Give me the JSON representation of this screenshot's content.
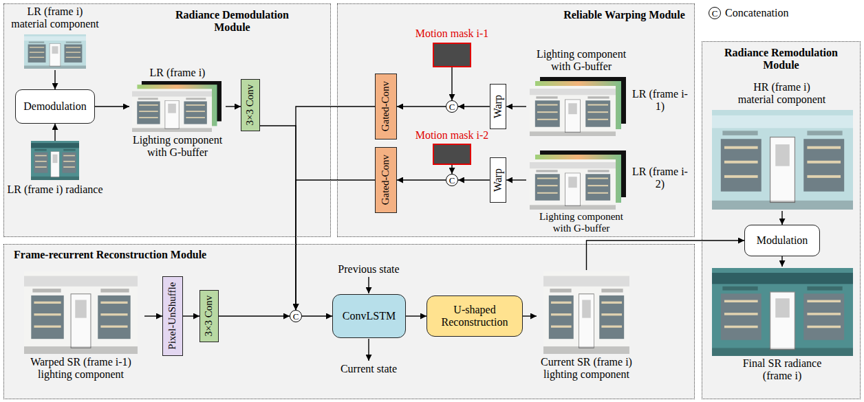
{
  "diagram": {
    "nodes": [
      {
        "text": [
          "Radiance Demodulation Module"
        ]
      },
      {
        "text": [
          "LR (frame i) material component"
        ],
        "in": 0
      },
      {
        "text": [
          "Demodulation"
        ],
        "in": 0
      },
      {
        "text": [
          "LR (frame i) radiance"
        ],
        "in": 0
      },
      {
        "text": [
          "LR (frame i)",
          "Lighting component with G-buffer"
        ],
        "in": 0
      },
      {
        "text": [
          "3×3 Conv"
        ],
        "in": 0
      },
      {
        "text": [
          "Reliable Warping Module"
        ]
      },
      {
        "text": [
          "Motion mask i-1"
        ],
        "in": 6
      },
      {
        "text": [
          "C"
        ],
        "in": 6
      },
      {
        "text": [
          "Warp"
        ],
        "in": 6
      },
      {
        "text": [
          "Lighting component with G-buffer",
          "LR (frame i-1)"
        ],
        "in": 6
      },
      {
        "text": [
          "Gated-Conv"
        ],
        "in": 6
      },
      {
        "text": [
          "Motion mask i-2"
        ],
        "in": 6
      },
      {
        "text": [
          "C"
        ],
        "in": 6
      },
      {
        "text": [
          "Warp"
        ],
        "in": 6
      },
      {
        "text": [
          "LR (frame i-2)",
          "Lighting component with G-buffer"
        ],
        "in": 6
      },
      {
        "text": [
          "Gated-Conv"
        ],
        "in": 6
      },
      {
        "text": [
          "Frame-recurrent Reconstruction Module"
        ]
      },
      {
        "text": [
          "Warped SR (frame i-1) lighting component"
        ],
        "in": 17
      },
      {
        "text": [
          "Pixel-UnShuffle"
        ],
        "in": 17
      },
      {
        "text": [
          "3×3 Conv"
        ],
        "in": 17
      },
      {
        "text": [
          "C"
        ],
        "in": 17
      },
      {
        "text": [
          "ConvLSTM"
        ],
        "in": 17
      },
      {
        "text": [
          "U-shaped Reconstruction"
        ],
        "in": 17
      },
      {
        "text": [
          "Current SR (frame i) lighting component"
        ],
        "in": 17
      },
      {
        "text": [
          "Radiance Remodulation Module"
        ]
      },
      {
        "text": [
          "HR (frame i) material component"
        ],
        "in": 25
      },
      {
        "text": [
          "Modulation"
        ],
        "in": 25
      },
      {
        "text": [
          "Final SR radiance (frame i)"
        ],
        "in": 25
      }
    ],
    "edges": [
      {
        "from": 1,
        "to": 2,
        "arrow": "to"
      },
      {
        "from": 3,
        "to": 2,
        "arrow": "to"
      },
      {
        "from": 2,
        "to": 4,
        "arrow": "to"
      },
      {
        "from": 4,
        "to": 5,
        "arrow": "to"
      },
      {
        "from": 5,
        "to": 21,
        "arrow": "to"
      },
      {
        "from": 10,
        "to": 9,
        "arrow": "to"
      },
      {
        "from": 9,
        "to": 8,
        "arrow": "to"
      },
      {
        "from": 7,
        "to": 8,
        "arrow": "to"
      },
      {
        "from": 8,
        "to": 11,
        "arrow": "to"
      },
      {
        "from": 11,
        "to": 21,
        "arrow": "to"
      },
      {
        "from": 15,
        "to": 14,
        "arrow": "to"
      },
      {
        "from": 14,
        "to": 13,
        "arrow": "to"
      },
      {
        "from": 12,
        "to": 13,
        "arrow": "to"
      },
      {
        "from": 13,
        "to": 16,
        "arrow": "to"
      },
      {
        "from": 16,
        "to": 21,
        "arrow": "to"
      },
      {
        "from": 18,
        "to": 19,
        "arrow": "to"
      },
      {
        "from": 19,
        "to": 20,
        "arrow": "to"
      },
      {
        "from": 20,
        "to": 21,
        "arrow": "to"
      },
      {
        "from": 21,
        "to": 22,
        "arrow": "to"
      },
      {
        "from": 22,
        "to": 23,
        "arrow": "to"
      },
      {
        "from": 23,
        "to": 24,
        "arrow": "to"
      },
      {
        "from": 24,
        "to": 27,
        "arrow": "to"
      },
      {
        "from": 26,
        "to": 27,
        "arrow": "to"
      },
      {
        "from": 27,
        "to": 28,
        "arrow": "to"
      }
    ],
    "labels": [
      "C",
      "Previous state",
      "Current state"
    ],
    "legend": [
      {
        "text": "Concatenation"
      }
    ]
  }
}
